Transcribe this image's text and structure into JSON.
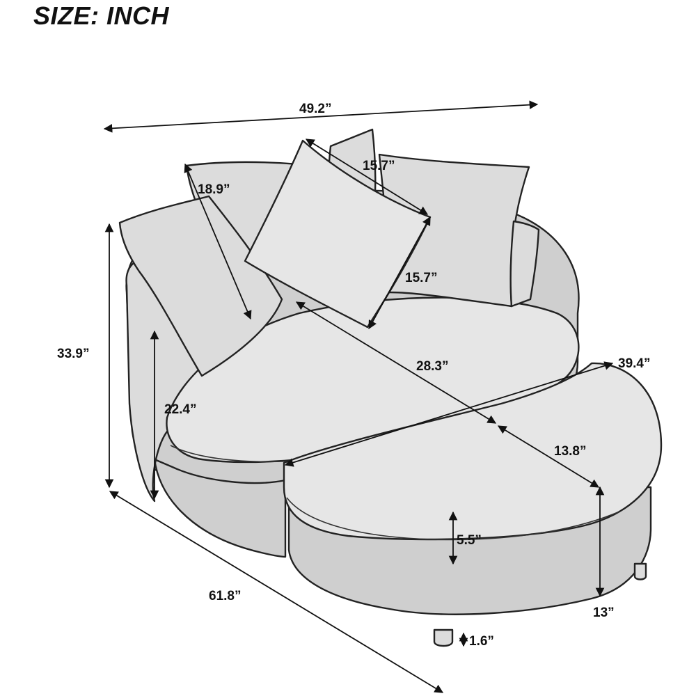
{
  "title": "SIZE: INCH",
  "dimensions": {
    "overall_width": "49.2”",
    "overall_height": "33.9”",
    "overall_depth": "61.8”",
    "pillow_height": "18.9”",
    "square_pillow_width": "15.7”",
    "square_pillow_height": "15.7”",
    "seat_depth": "28.3”",
    "ottoman_width": "39.4”",
    "ottoman_depth": "13.8”",
    "seat_height": "22.4”",
    "ottoman_cushion_thickness": "5.5”",
    "ottoman_height": "13”",
    "leg_height": "1.6”"
  }
}
